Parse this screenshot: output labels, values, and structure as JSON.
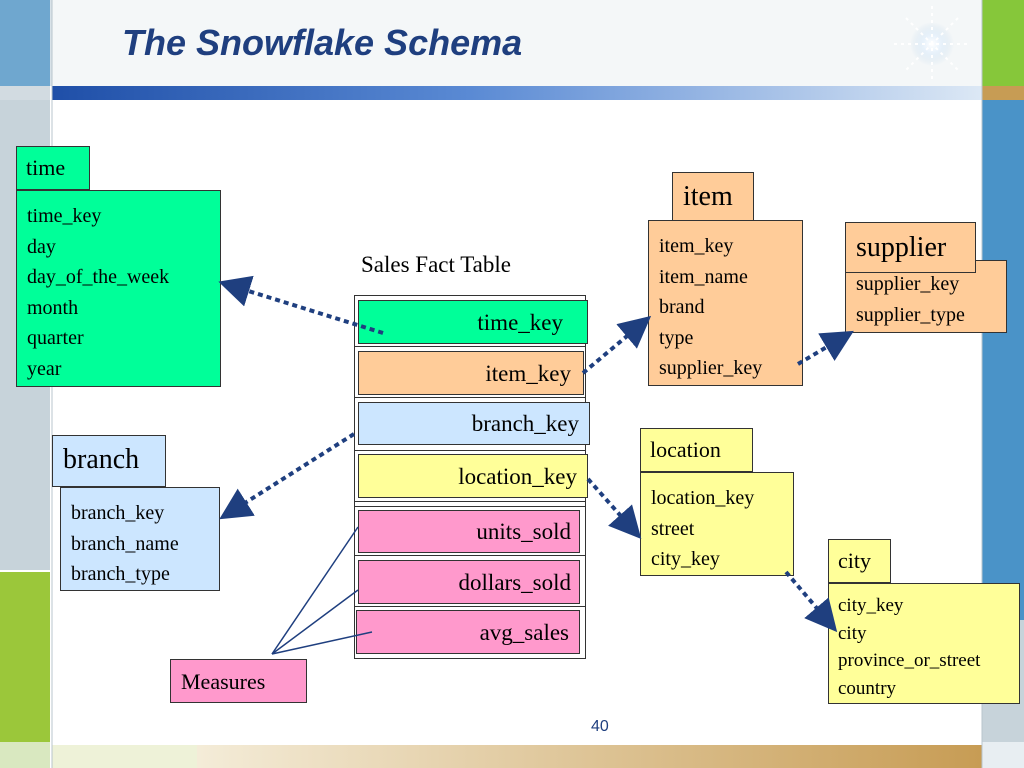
{
  "slide": {
    "title": "The Snowflake Schema",
    "page_number": "40"
  },
  "fact_table": {
    "title": "Sales Fact Table",
    "keys": [
      "time_key",
      "item_key",
      "branch_key",
      "location_key"
    ],
    "measures": [
      "units_sold",
      "dollars_sold",
      "avg_sales"
    ]
  },
  "measures_label": "Measures",
  "tables": {
    "time": {
      "name": "time",
      "fields": [
        "time_key",
        "day",
        "day_of_the_week",
        "month",
        "quarter",
        "year"
      ]
    },
    "branch": {
      "name": "branch",
      "fields": [
        "branch_key",
        "branch_name",
        "branch_type"
      ]
    },
    "item": {
      "name": "item",
      "fields": [
        "item_key",
        "item_name",
        "brand",
        "type",
        "supplier_key"
      ]
    },
    "supplier": {
      "name": "supplier",
      "fields": [
        "supplier_key",
        "supplier_type"
      ]
    },
    "location": {
      "name": "location",
      "fields": [
        "location_key",
        "street",
        "city_key"
      ]
    },
    "city": {
      "name": "city",
      "fields": [
        "city_key",
        "city",
        "province_or_street",
        "country"
      ]
    }
  },
  "colors": {
    "time": "#00ff99",
    "item": "#ffcc99",
    "branch": "#cce6ff",
    "location": "#ffff99",
    "measure": "#ff99cc",
    "title": "#1f3f7f",
    "arrow": "#1f3f7f"
  }
}
